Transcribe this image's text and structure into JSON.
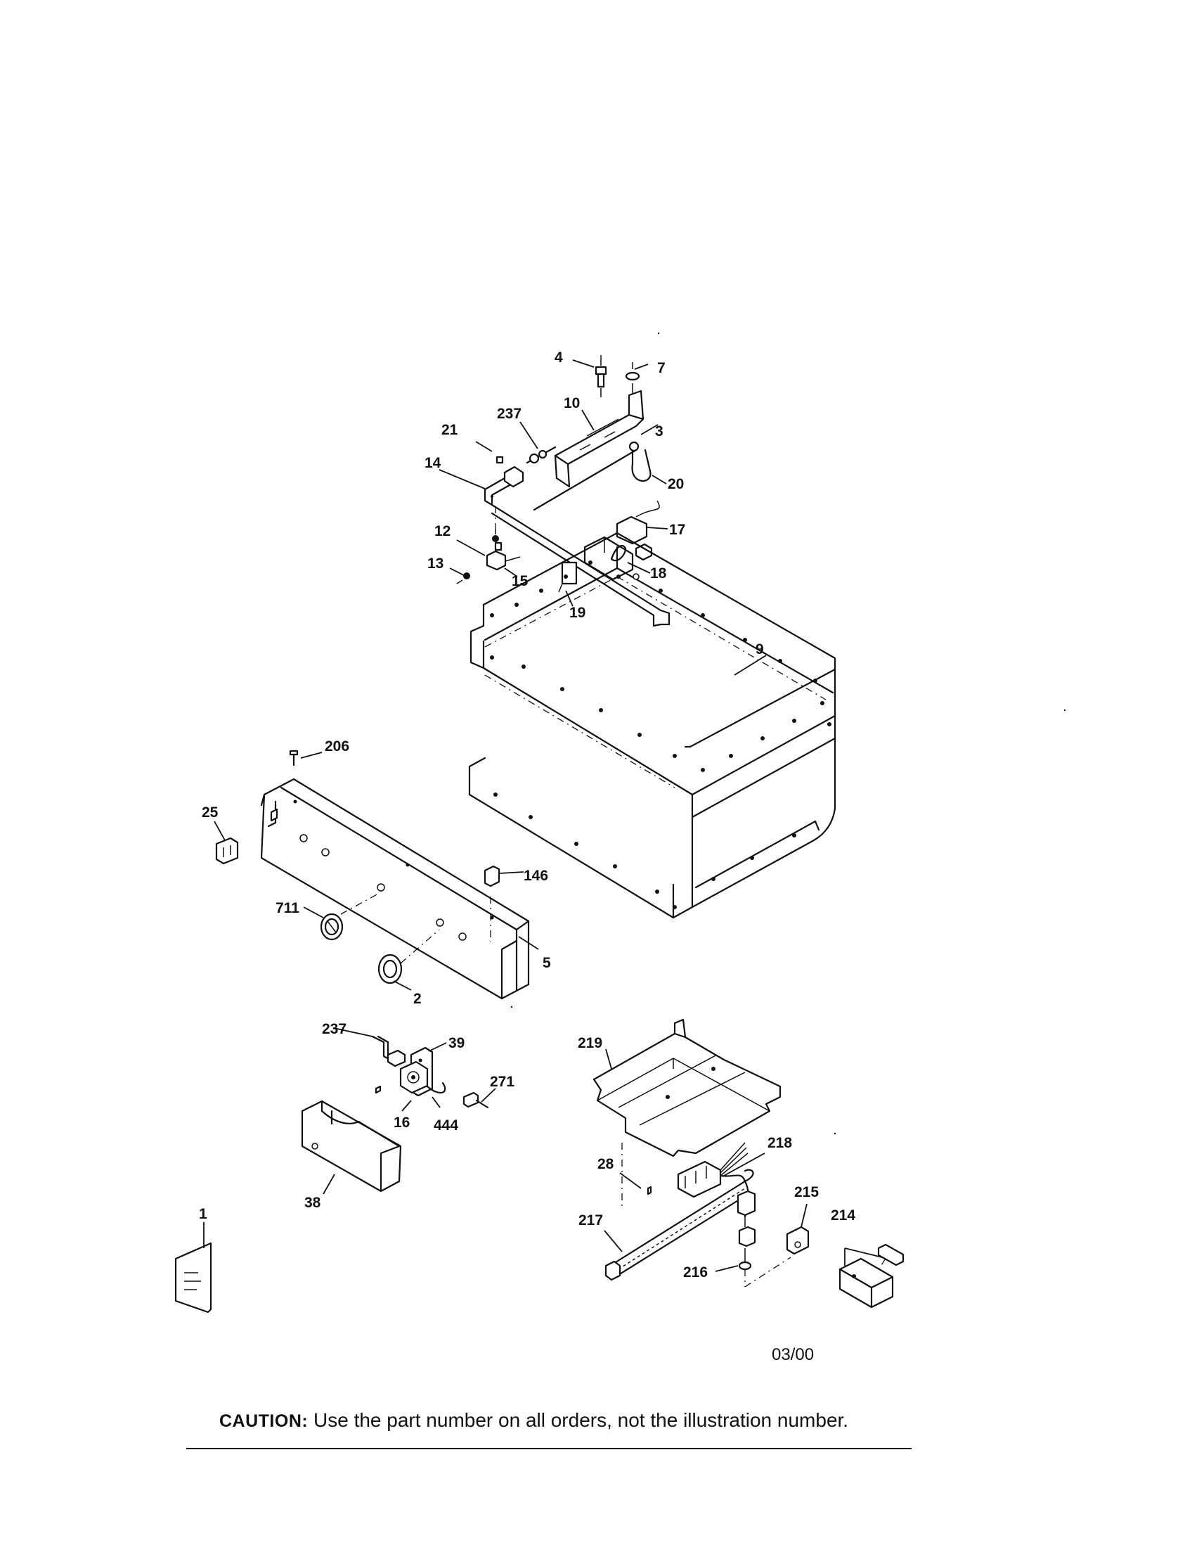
{
  "callouts": [
    "4",
    "7",
    "10",
    "237",
    "3",
    "21",
    "14",
    "20",
    "17",
    "12",
    "13",
    "15",
    "18",
    "19",
    "9",
    "206",
    "25",
    "146",
    "711",
    "5",
    "2",
    "237",
    "39",
    "219",
    "271",
    "16",
    "444",
    "218",
    "38",
    "28",
    "215",
    "1",
    "217",
    "214",
    "216"
  ],
  "footer": {
    "date": "03/00",
    "caution_label": "CAUTION:",
    "caution_text": " Use the part number on all orders, not the illustration number."
  }
}
